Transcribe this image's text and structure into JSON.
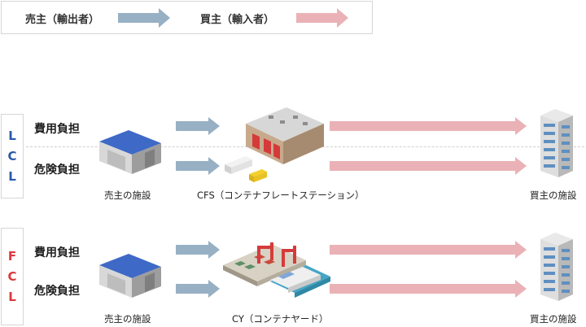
{
  "legend": {
    "seller_label": "売主（輸出者）",
    "buyer_label": "買主（輸入者）",
    "seller_color": "#97b0c4",
    "buyer_color": "#eab2b6"
  },
  "lcl": {
    "letters": [
      "L",
      "C",
      "L"
    ],
    "letter_color": "#2a5aa8",
    "cost_label": "費用負担",
    "risk_label": "危険負担",
    "origin_caption": "売主の施設",
    "hub_caption": "CFS（コンテナフレートステーション）",
    "destination_caption": "買主の施設"
  },
  "fcl": {
    "letters": [
      "F",
      "C",
      "L"
    ],
    "letter_color": "#d9383e",
    "cost_label": "費用負担",
    "risk_label": "危険負担",
    "origin_caption": "売主の施設",
    "hub_caption": "CY（コンテナヤード）",
    "destination_caption": "買主の施設"
  }
}
